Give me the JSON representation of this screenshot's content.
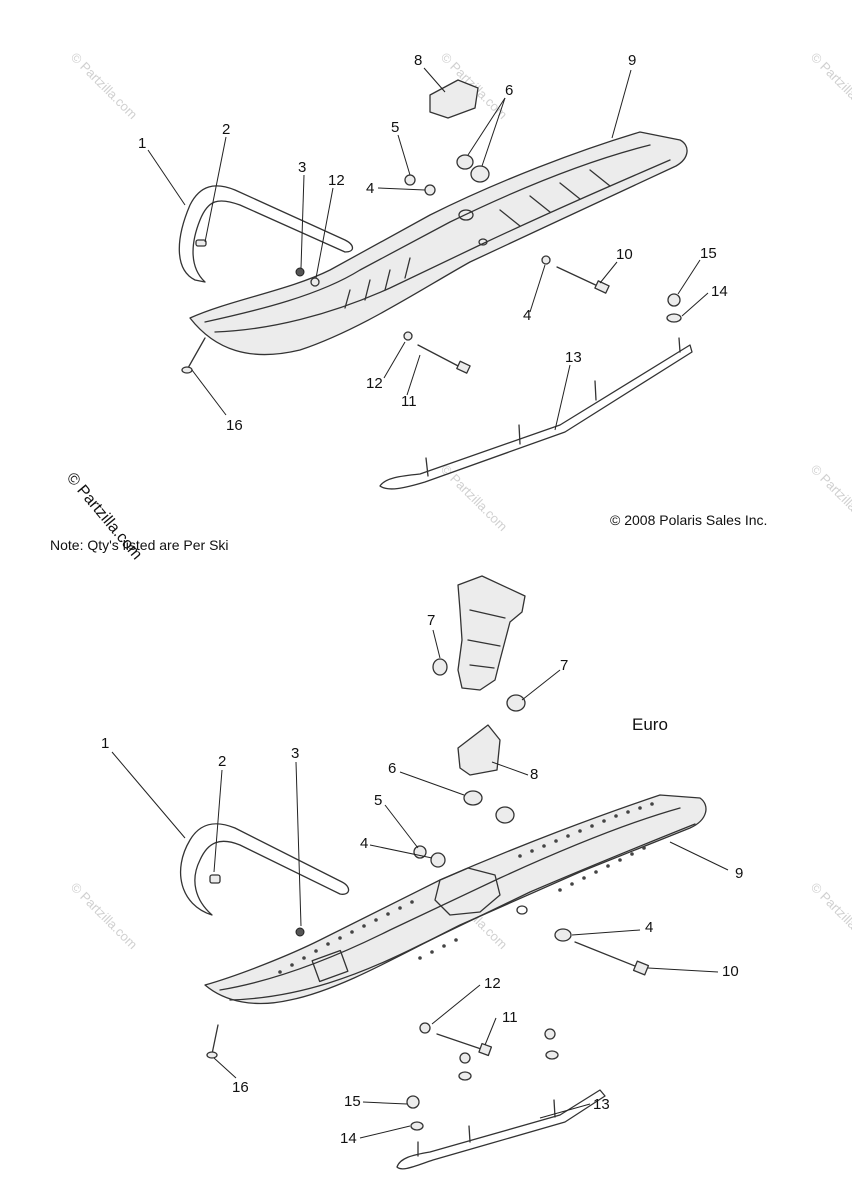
{
  "copyright": "© 2008 Polaris Sales Inc.",
  "note": "Note: Qty's listed are Per Ski",
  "variant_label": "Euro",
  "watermark": "© Partzilla.com",
  "colors": {
    "line": "#333333",
    "text": "#111111",
    "watermark": "#d0d0d0",
    "background": "#ffffff"
  },
  "top_assembly": {
    "callouts": [
      "1",
      "2",
      "3",
      "12",
      "5",
      "4",
      "8",
      "6",
      "9",
      "10",
      "15",
      "14",
      "4",
      "12",
      "11",
      "16",
      "13"
    ]
  },
  "euro_assembly": {
    "callouts": [
      "7",
      "7",
      "1",
      "2",
      "3",
      "6",
      "5",
      "4",
      "8",
      "9",
      "4",
      "10",
      "12",
      "11",
      "15",
      "14",
      "13",
      "16"
    ]
  }
}
